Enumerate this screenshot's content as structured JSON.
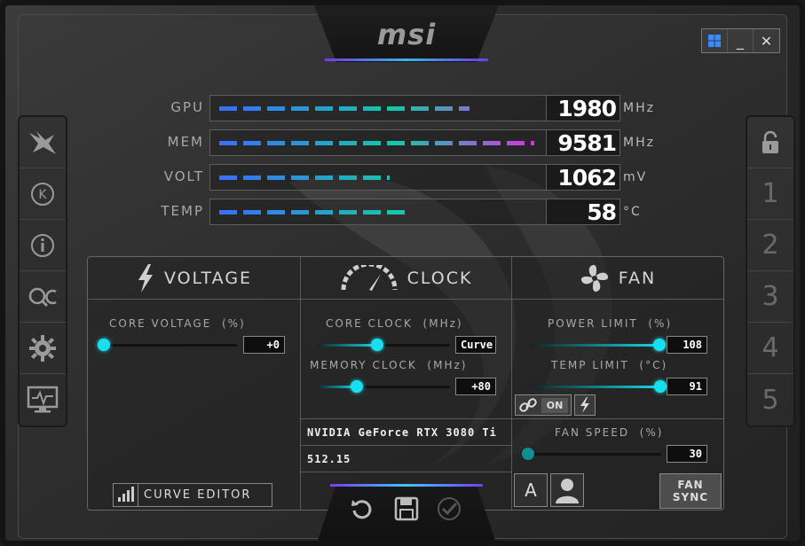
{
  "brand": {
    "logo_text": "msi"
  },
  "window_controls": {
    "windows_icon": "windows-icon",
    "minimize": "_",
    "close": "✕"
  },
  "left_sidebar": {
    "items": [
      {
        "name": "dragon-icon"
      },
      {
        "name": "k-boost-icon",
        "glyph": "K"
      },
      {
        "name": "info-icon",
        "glyph": "i"
      },
      {
        "name": "oc-scanner-icon",
        "glyph": "OC"
      },
      {
        "name": "settings-gear-icon"
      },
      {
        "name": "monitor-icon"
      }
    ]
  },
  "right_sidebar": {
    "lock_icon": "lock-icon",
    "profiles": [
      "1",
      "2",
      "3",
      "4",
      "5"
    ]
  },
  "meters": [
    {
      "label": "GPU",
      "value": "1980",
      "unit": "MHz",
      "fill": 0.78
    },
    {
      "label": "MEM",
      "value": "9581",
      "unit": "MHz",
      "fill": 0.98
    },
    {
      "label": "VOLT",
      "value": "1062",
      "unit": "mV",
      "fill": 0.53
    },
    {
      "label": "TEMP",
      "value": "58",
      "unit": "°C",
      "fill": 0.58
    }
  ],
  "voltage": {
    "title": "VOLTAGE",
    "core_voltage_label": "CORE VOLTAGE",
    "core_voltage_unit": "(%)",
    "core_voltage_value": "+0",
    "core_voltage_level": 0.0,
    "curve_editor_label": "CURVE EDITOR"
  },
  "clock": {
    "title": "CLOCK",
    "core_clock_label": "CORE CLOCK",
    "core_clock_unit": "(MHz)",
    "core_clock_value": "Curve",
    "core_clock_level": 0.45,
    "memory_clock_label": "MEMORY CLOCK",
    "memory_clock_unit": "(MHz)",
    "memory_clock_value": "+80",
    "memory_clock_level": 0.3,
    "gpu_name": "NVIDIA GeForce RTX 3080 Ti",
    "driver_version": "512.15"
  },
  "fan": {
    "title": "FAN",
    "power_limit_label": "POWER LIMIT",
    "power_limit_unit": "(%)",
    "power_limit_value": "108",
    "power_limit_level": 0.97,
    "temp_limit_label": "TEMP LIMIT",
    "temp_limit_unit": "(°C)",
    "temp_limit_value": "91",
    "temp_limit_level": 0.98,
    "link_toggle": "ON",
    "fan_speed_label": "FAN SPEED",
    "fan_speed_unit": "(%)",
    "fan_speed_value": "30",
    "fan_speed_level": 0.0,
    "auto_label": "A",
    "fan_sync_label_1": "FAN",
    "fan_sync_label_2": "SYNC"
  },
  "bottom_actions": [
    "reset-icon",
    "save-icon",
    "apply-check-icon"
  ],
  "colors": {
    "accent": "#13d8e6",
    "bar_start": "#3a6cff",
    "bar_mid": "#16c8a8",
    "bar_end": "#e02be6"
  }
}
